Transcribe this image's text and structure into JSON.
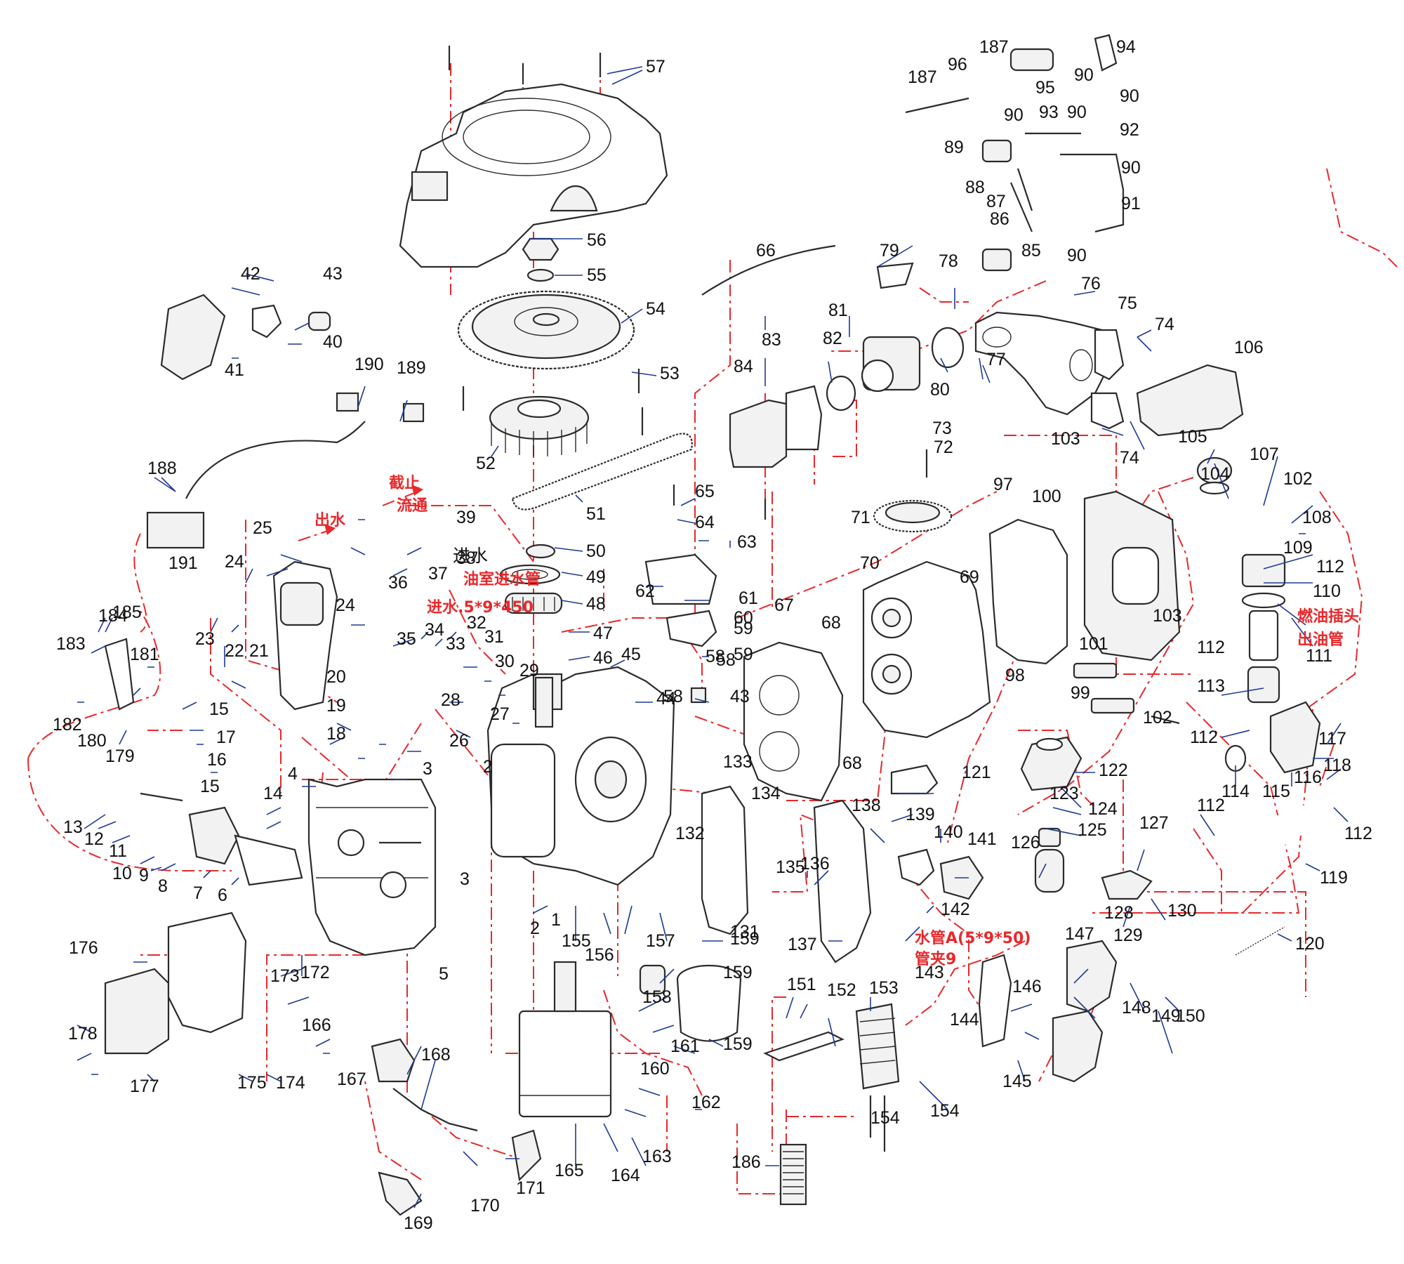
{
  "colors": {
    "leader_line": "#1f3a93",
    "assembly_dash": "#e8282b",
    "annotation_text": "#e8282b",
    "part_outline": "#2b2b2b"
  },
  "annotations": {
    "cutoff_flow_line1": "截止",
    "cutoff_flow_line2": "流通",
    "water_out": "出水",
    "oil_chamber_water_in": "油室进水管",
    "water_in_spec": "进水.5*9*450",
    "fuel_plug": "燃油插头",
    "oil_outlet_pipe": "出油管",
    "water_pipe_a": "水管A(5*9*50)",
    "pipe_clamp_9": "管夹9"
  }
}
